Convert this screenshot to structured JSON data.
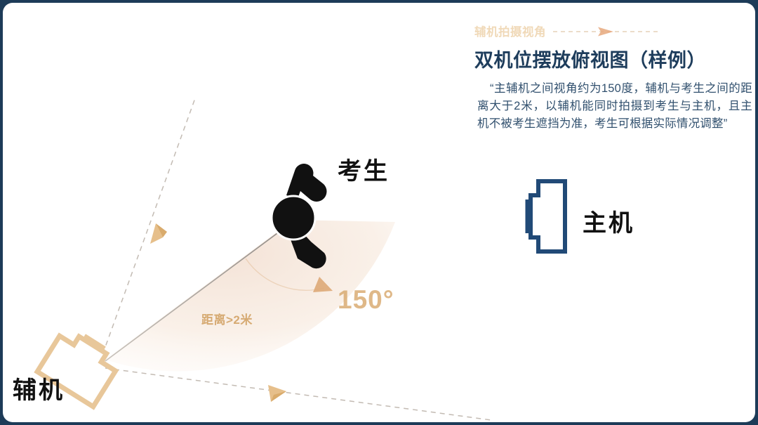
{
  "frame": {
    "border_color": "#1d3b58",
    "background": "#ffffff"
  },
  "panel": {
    "eyebrow": "辅机拍摄视角",
    "eyebrow_arrow_icon": "dashed-arrow-right-icon",
    "title": "双机位摆放俯视图（样例）",
    "body": "“主辅机之间视角约为150度，辅机与考生之间的距离大于2米，以辅机能同时拍摄到考生与主机，且主机不被考生遮挡为准，考生可根据实际情况调整”",
    "colors": {
      "eyebrow": "#f0d9b8",
      "title": "#1e3d5c",
      "body": "#31506e"
    }
  },
  "diagram": {
    "examinee_label": "考生",
    "main_device_label": "主机",
    "aux_device_label": "辅机",
    "angle_label": "150°",
    "distance_label": "距离>2米",
    "examinee_icon": "person-topdown-icon",
    "main_device_icon": "phone-camera-icon",
    "aux_device_icon": "phone-camera-icon",
    "sector_icon": "angle-sector-icon",
    "ray_upper_icon": "dashed-arrow-ray-icon",
    "ray_lower_icon": "dashed-arrow-ray-icon",
    "sight_line_icon": "sight-line-icon",
    "distance_line_icon": "distance-line-icon",
    "colors": {
      "main_device": "#214a77",
      "aux_device": "#e8c79a",
      "person": "#111111",
      "sector_fill": "#f6e6d8",
      "accent": "#d8a96e",
      "sight_line": "#5c6b80",
      "dashed_ray": "#bdb5ae"
    }
  }
}
